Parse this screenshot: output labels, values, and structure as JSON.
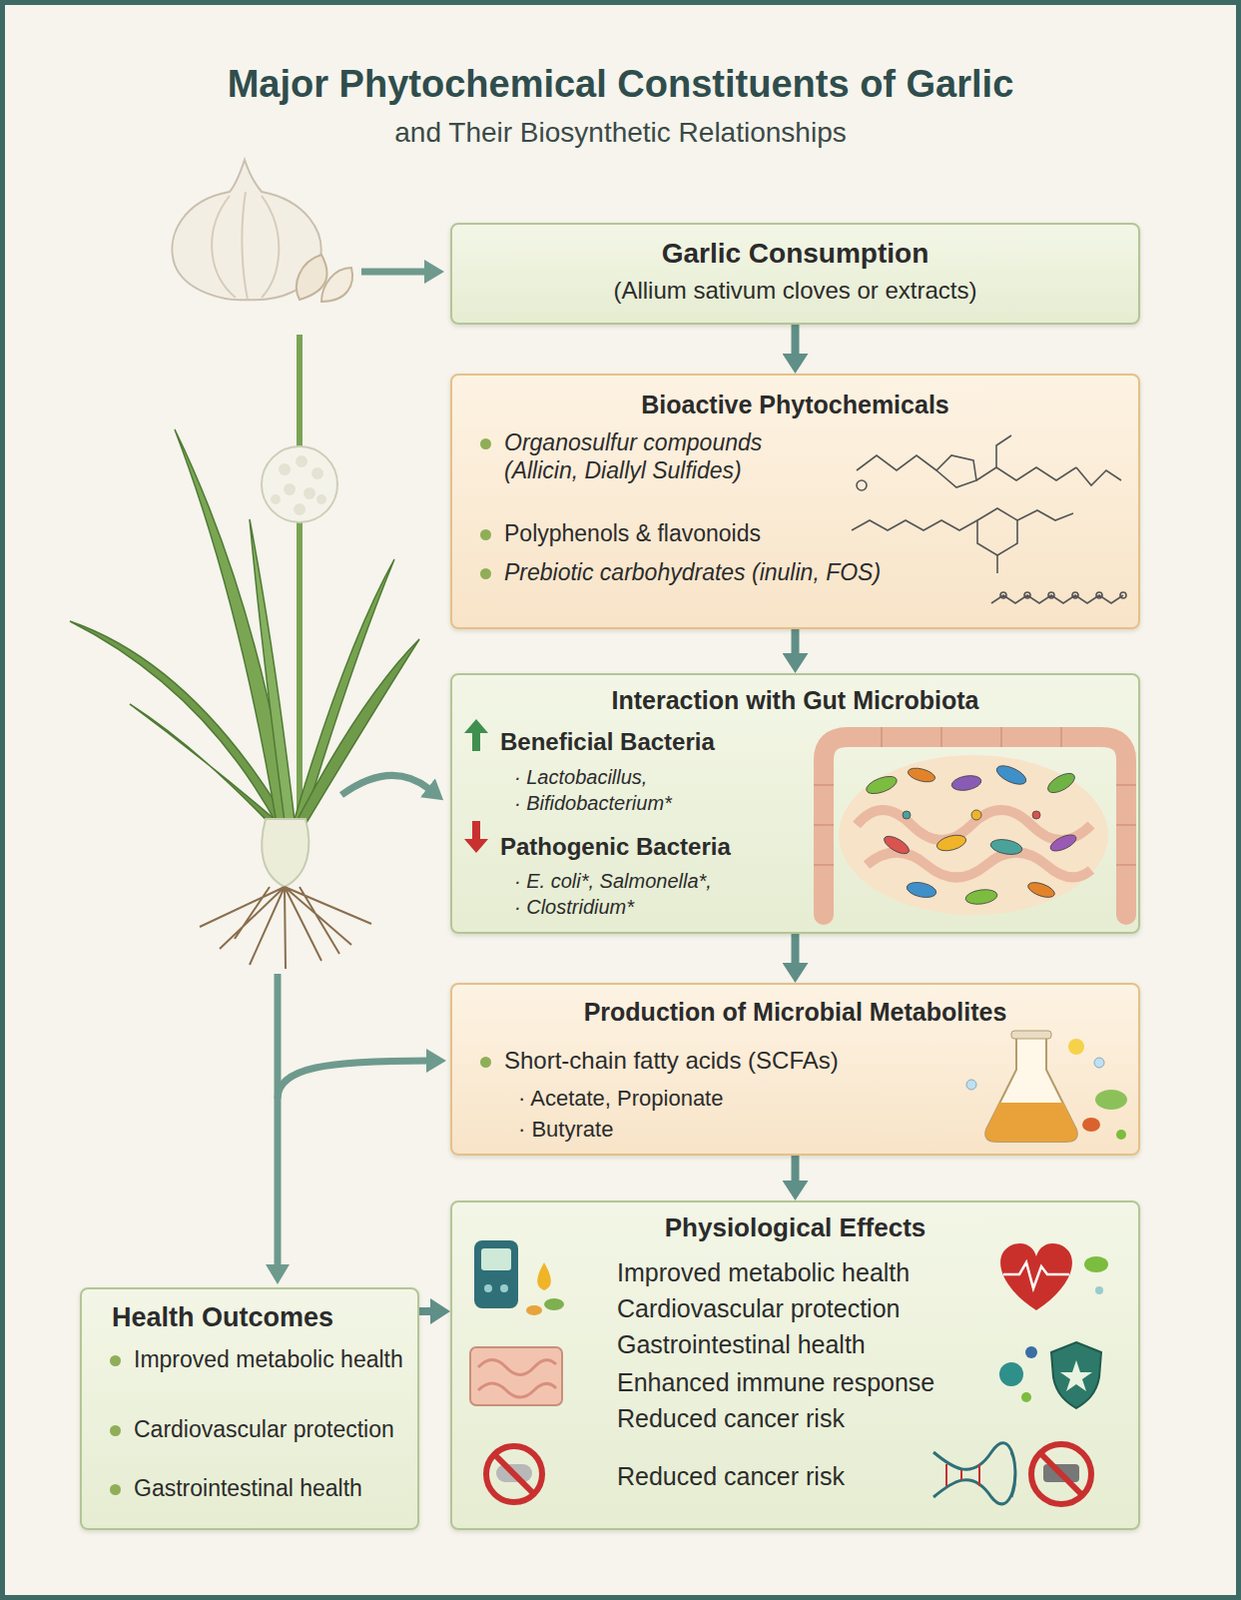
{
  "diagram": {
    "title": "Major Phytochemical Constituents of Garlic",
    "nodes": [
      {
        "text": [
          "Garlic Consumption",
          "(Allium sativum cloves or extracts)"
        ]
      },
      {
        "text": [
          "Bioactive Phytochemicals",
          "Organosulfur compounds (Allicin, Diallyl Sulfides)",
          "Polyphenols & flavonoids",
          "Prebiotic carbohydrates (inulin, FOS)"
        ]
      },
      {
        "text": [
          "Interaction with Gut Microbiota",
          "Beneficial Bacteria",
          "· Lactobacillus,",
          "· Bifidobacterium*",
          "Pathogenic Bacteria",
          "· E. coli*, Salmonella*,",
          "· Clostridium*"
        ]
      },
      {
        "text": [
          "Production of Microbial Metabolites",
          "Short-chain fatty acids (SCFAs)",
          "· Acetate, Propionate",
          "· Butyrate"
        ]
      },
      {
        "text": [
          "Physiological Effects",
          "Improved metabolic health",
          "Cardiovascular protection",
          "Gastrointestinal health",
          "Enhanced immune response",
          "Reduced cancer risk",
          "Reduced cancer risk"
        ]
      },
      {
        "text": [
          "Health Outcomes",
          "Improved metabolic health",
          "Cardiovascular protection",
          "Gastrointestinal health"
        ]
      }
    ],
    "edges": [
      {
        "from": 0,
        "to": 1,
        "arrow": "to"
      },
      {
        "from": 1,
        "to": 2,
        "arrow": "to"
      },
      {
        "from": 2,
        "to": 3,
        "arrow": "to"
      },
      {
        "from": 3,
        "to": 4,
        "arrow": "to"
      },
      {
        "from": 5,
        "to": 4,
        "arrow": "to"
      }
    ],
    "labels": [
      "and Their Biosynthetic Relationships"
    ]
  }
}
